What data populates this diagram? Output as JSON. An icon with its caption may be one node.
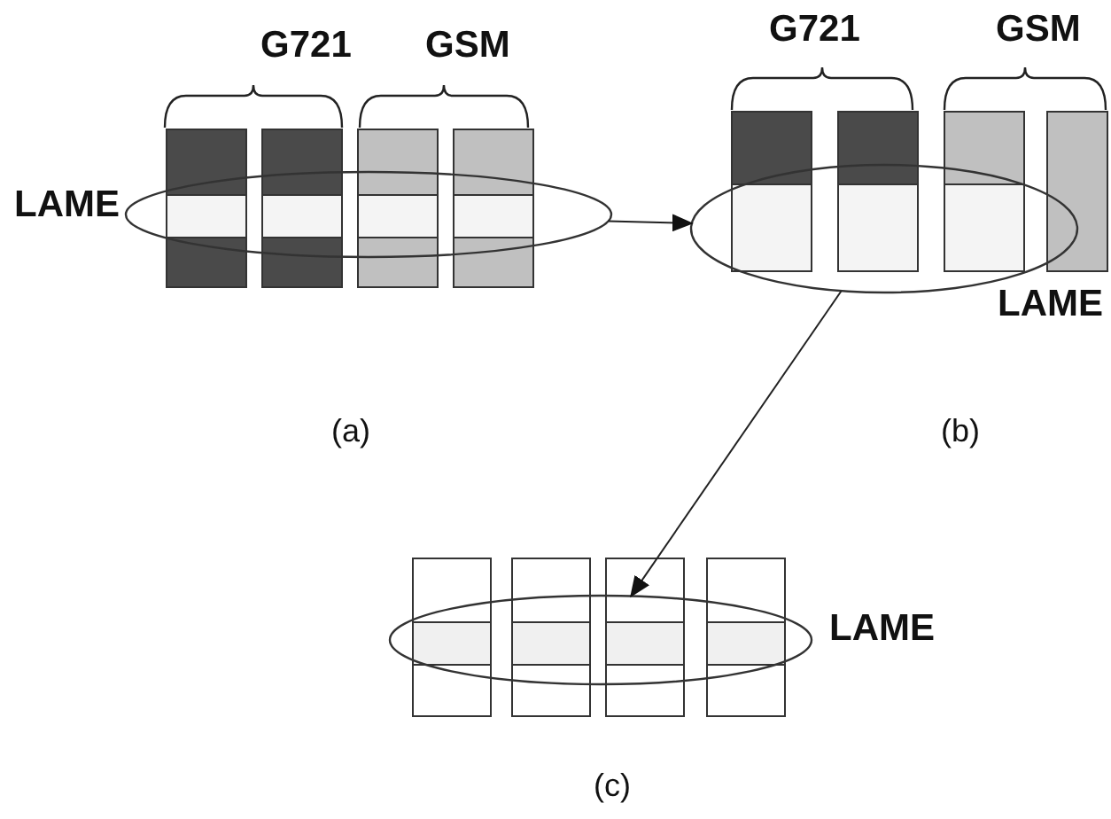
{
  "diagram": {
    "nodes": [
      {
        "text": [
          "LAME"
        ]
      },
      {
        "text": [
          "LAME"
        ]
      },
      {
        "text": [
          "LAME"
        ]
      }
    ],
    "edges": [
      {
        "from": 0,
        "to": 1,
        "arrow": "to"
      },
      {
        "from": 1,
        "to": 2,
        "arrow": "to"
      }
    ],
    "labels": [
      "G721",
      "GSM",
      "G721",
      "GSM",
      "(a)",
      "(b)",
      "(c)"
    ]
  }
}
